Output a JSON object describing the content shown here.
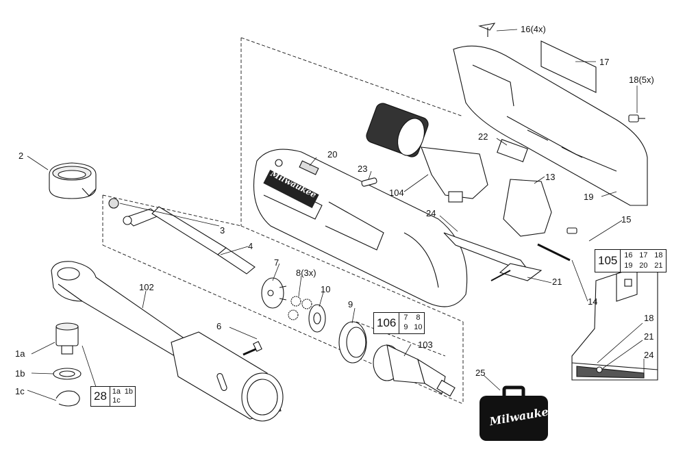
{
  "diagram": {
    "labels": {
      "p2": "2",
      "p3": "3",
      "p4": "4",
      "p6": "6",
      "p7": "7",
      "p8": "8(3x)",
      "p9": "9",
      "p10": "10",
      "p13": "13",
      "p14": "14",
      "p15": "15",
      "p16": "16(4x)",
      "p17": "17",
      "p18": "18(5x)",
      "p19": "19",
      "p20": "20",
      "p21": "21",
      "p22": "22",
      "p23": "23",
      "p24": "24",
      "p25": "25",
      "p102": "102",
      "p103": "103",
      "p104": "104",
      "p1a": "1a",
      "p1b": "1b",
      "p1c": "1c",
      "inset18": "18",
      "inset21": "21",
      "inset24": "24"
    },
    "groups": {
      "g105": {
        "main": "105",
        "cells": [
          "16",
          "17",
          "18",
          "19",
          "20",
          "21"
        ]
      },
      "g106": {
        "main": "106",
        "cells": [
          "7",
          "8",
          "9",
          "10"
        ]
      },
      "g28": {
        "main": "28",
        "cells": [
          "1a",
          "1b",
          "1c"
        ]
      }
    },
    "brand": {
      "housing": "Milwaukee",
      "case": "Milwaukee"
    }
  }
}
